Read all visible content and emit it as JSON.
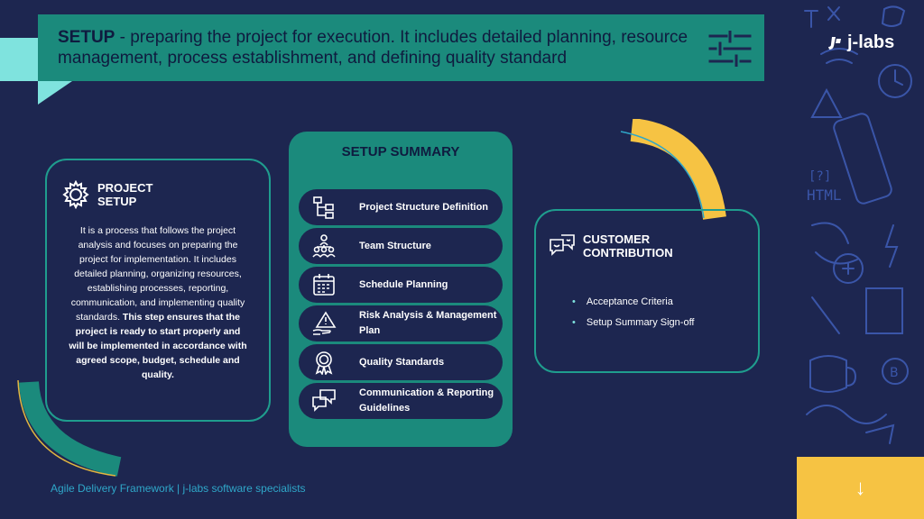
{
  "header": {
    "keyword": "SETUP",
    "text": " - preparing the project for execution. It includes detailed planning, resource management, process establishment, and defining quality standard",
    "icon": "sliders-icon"
  },
  "brand": {
    "name": "j-labs",
    "icon": "j-labs-logo"
  },
  "project_setup": {
    "title": "PROJECT SETUP",
    "icon": "gear-icon",
    "body_regular": "It is a process that follows the project analysis and focuses on preparing the project for implementation. It includes detailed planning, organizing resources, establishing processes, reporting, communication, and implementing quality standards. ",
    "body_bold": "This step ensures that the project is ready to start properly and will be implemented in accordance with agreed scope, budget, schedule and quality."
  },
  "setup_summary": {
    "title": "SETUP SUMMARY",
    "items": [
      {
        "label": "Project Structure Definition",
        "icon": "hierarchy-icon"
      },
      {
        "label": "Team Structure",
        "icon": "team-icon"
      },
      {
        "label": "Schedule Planning",
        "icon": "calendar-icon"
      },
      {
        "label": "Risk Analysis & Management Plan",
        "icon": "risk-warning-icon"
      },
      {
        "label": "Quality Standards",
        "icon": "quality-badge-icon"
      },
      {
        "label": "Communication & Reporting Guidelines",
        "icon": "chat-bubbles-icon"
      }
    ]
  },
  "customer_contribution": {
    "title": "CUSTOMER CONTRIBUTION",
    "icon": "chat-smile-icon",
    "items": [
      "Acceptance Criteria",
      "Setup Summary Sign-off"
    ]
  },
  "footer": {
    "text": "Agile Delivery Framework | j-labs software specialists"
  },
  "nav": {
    "arrow": "↓",
    "icon": "arrow-down-icon"
  },
  "colors": {
    "background": "#1d2650",
    "teal": "#1b8a7c",
    "mint": "#7fe3de",
    "yellow": "#f6c343"
  }
}
